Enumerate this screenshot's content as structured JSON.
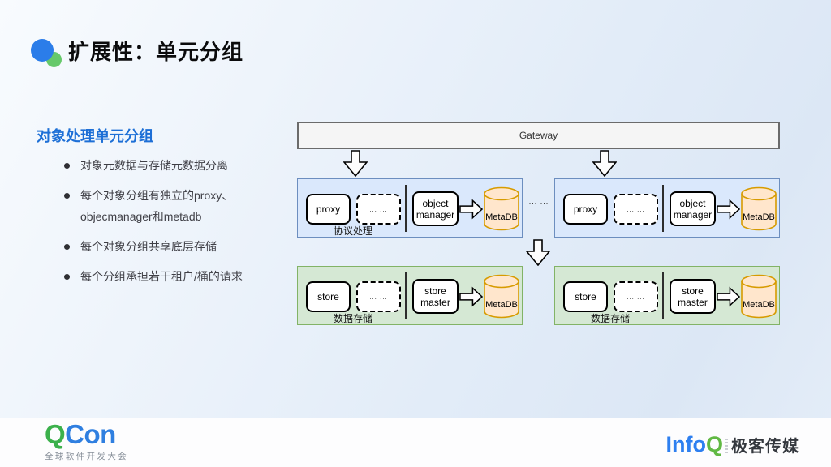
{
  "slide": {
    "title": "扩展性：单元分组"
  },
  "panel": {
    "heading": "对象处理单元分组",
    "bullets": [
      "对象元数据与存储元数据分离",
      "每个对象分组有独立的proxy、objecmanager和metadb",
      "每个对象分组共享底层存储",
      "每个分组承担若干租户/桶的请求"
    ]
  },
  "diagram": {
    "gateway_label": "Gateway",
    "col_dots_top": "... ...",
    "col_dots_bottom": "... ...",
    "units": [
      {
        "node1": "proxy",
        "dots": "... ...",
        "label": "协议处理",
        "node2_line1": "object",
        "node2_line2": "manager",
        "db_label": "MetaDB"
      },
      {
        "node1": "proxy",
        "dots": "... ...",
        "label": "",
        "node2_line1": "object",
        "node2_line2": "manager",
        "db_label": "MetaDB"
      },
      {
        "node1": "store",
        "dots": "... ...",
        "label": "数据存储",
        "node2_line1": "store",
        "node2_line2": "master",
        "db_label": "MetaDB"
      },
      {
        "node1": "store",
        "dots": "... ...",
        "label": "数据存储",
        "node2_line1": "store",
        "node2_line2": "master",
        "db_label": "MetaDB"
      }
    ]
  },
  "footer": {
    "qcon_q": "Q",
    "qcon_con": "Con",
    "qcon_tagline": "全球软件开发大会",
    "infoq_info": "Info",
    "infoq_q": "Q",
    "infoq_media": "极客传媒"
  },
  "colors": {
    "accent_blue": "#2b7de9",
    "accent_green": "#66c96a",
    "heading_blue": "#1d6fd6",
    "unit_blue_fill": "#dae8fc",
    "unit_blue_border": "#6c8ebf",
    "unit_green_fill": "#d5e8d4",
    "unit_green_border": "#82b366",
    "db_fill": "#ffe6cc",
    "db_border": "#d79b00",
    "gateway_fill": "#f5f5f5",
    "gateway_border": "#666666"
  }
}
